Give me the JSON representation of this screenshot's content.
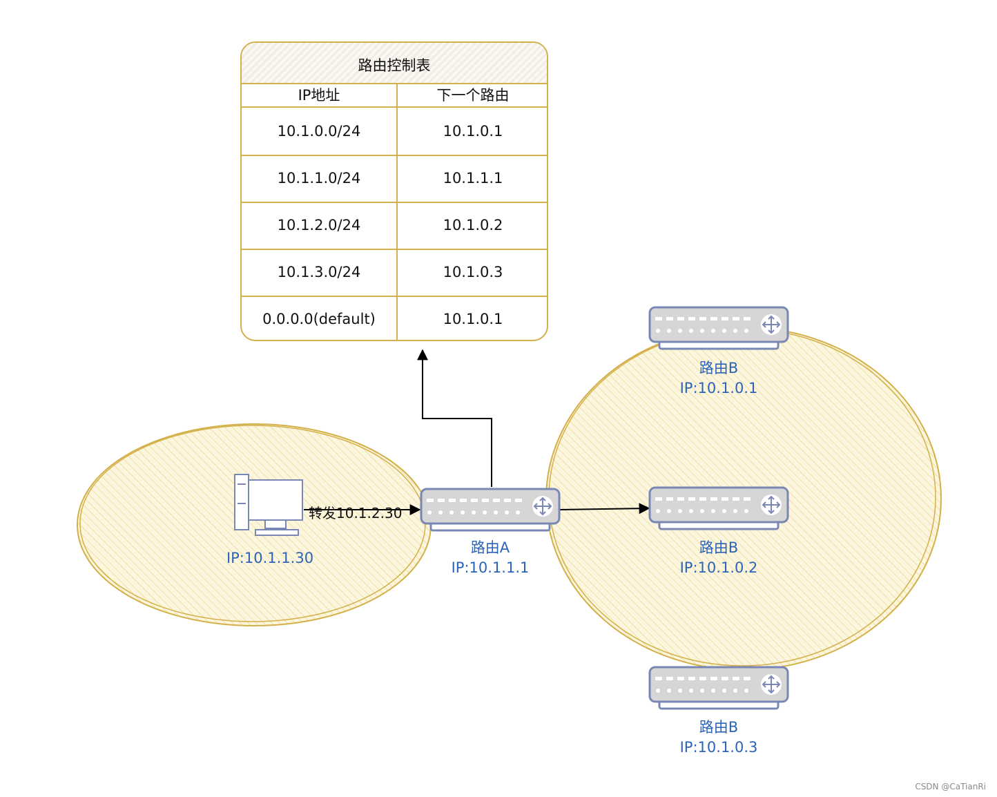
{
  "routing_table": {
    "title": "路由控制表",
    "headers": [
      "IP地址",
      "下一个路由"
    ],
    "rows": [
      {
        "ip": "10.1.0.0/24",
        "next": "10.1.0.1"
      },
      {
        "ip": "10.1.1.0/24",
        "next": "10.1.1.1"
      },
      {
        "ip": "10.1.2.0/24",
        "next": "10.1.0.2"
      },
      {
        "ip": "10.1.3.0/24",
        "next": "10.1.0.3"
      },
      {
        "ip": "0.0.0.0(default)",
        "next": "10.1.0.1"
      }
    ]
  },
  "host": {
    "ip_label": "IP:10.1.1.30",
    "icon": "computer-icon"
  },
  "forward_label": "转发10.1.2.30",
  "router_a": {
    "name": "路由A",
    "ip": "IP:10.1.1.1",
    "icon": "router-icon"
  },
  "routers_b": [
    {
      "name": "路由B",
      "ip": "IP:10.1.0.1",
      "icon": "router-icon"
    },
    {
      "name": "路由B",
      "ip": "IP:10.1.0.2",
      "icon": "router-icon"
    },
    {
      "name": "路由B",
      "ip": "IP:10.1.0.3",
      "icon": "router-icon"
    }
  ],
  "watermark": "CSDN @CaTianRi",
  "colors": {
    "network_fill": "#f7edb8",
    "network_stroke": "#d4b04a",
    "label_blue": "#2a63b9",
    "router_body": "#d9d9d9",
    "router_outline": "#7a87b4"
  }
}
